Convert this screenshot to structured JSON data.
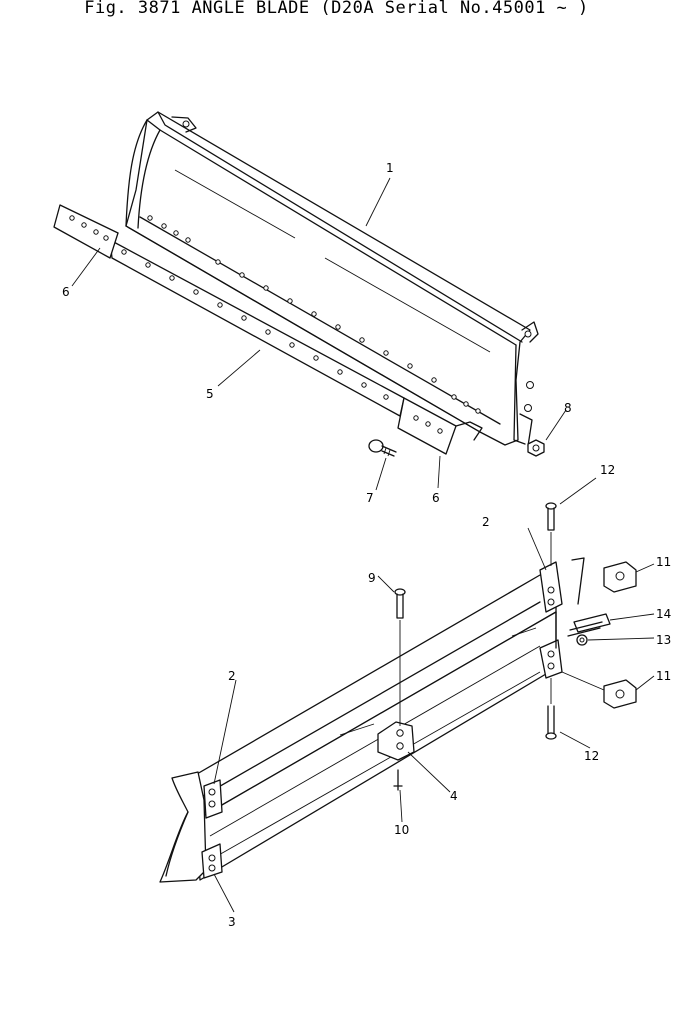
{
  "title": "Fig. 3871  ANGLE BLADE (D20A Serial No.45001 ~ )",
  "callouts": [
    {
      "id": "c1",
      "label": "1"
    },
    {
      "id": "c2a",
      "label": "2"
    },
    {
      "id": "c2b",
      "label": "2"
    },
    {
      "id": "c3",
      "label": "3"
    },
    {
      "id": "c4",
      "label": "4"
    },
    {
      "id": "c5",
      "label": "5"
    },
    {
      "id": "c6a",
      "label": "6"
    },
    {
      "id": "c6b",
      "label": "6"
    },
    {
      "id": "c7",
      "label": "7"
    },
    {
      "id": "c8",
      "label": "8"
    },
    {
      "id": "c9",
      "label": "9"
    },
    {
      "id": "c10",
      "label": "10"
    },
    {
      "id": "c11a",
      "label": "11"
    },
    {
      "id": "c11b",
      "label": "11"
    },
    {
      "id": "c12a",
      "label": "12"
    },
    {
      "id": "c12b",
      "label": "12"
    },
    {
      "id": "c13",
      "label": "13"
    },
    {
      "id": "c14",
      "label": "14"
    }
  ]
}
